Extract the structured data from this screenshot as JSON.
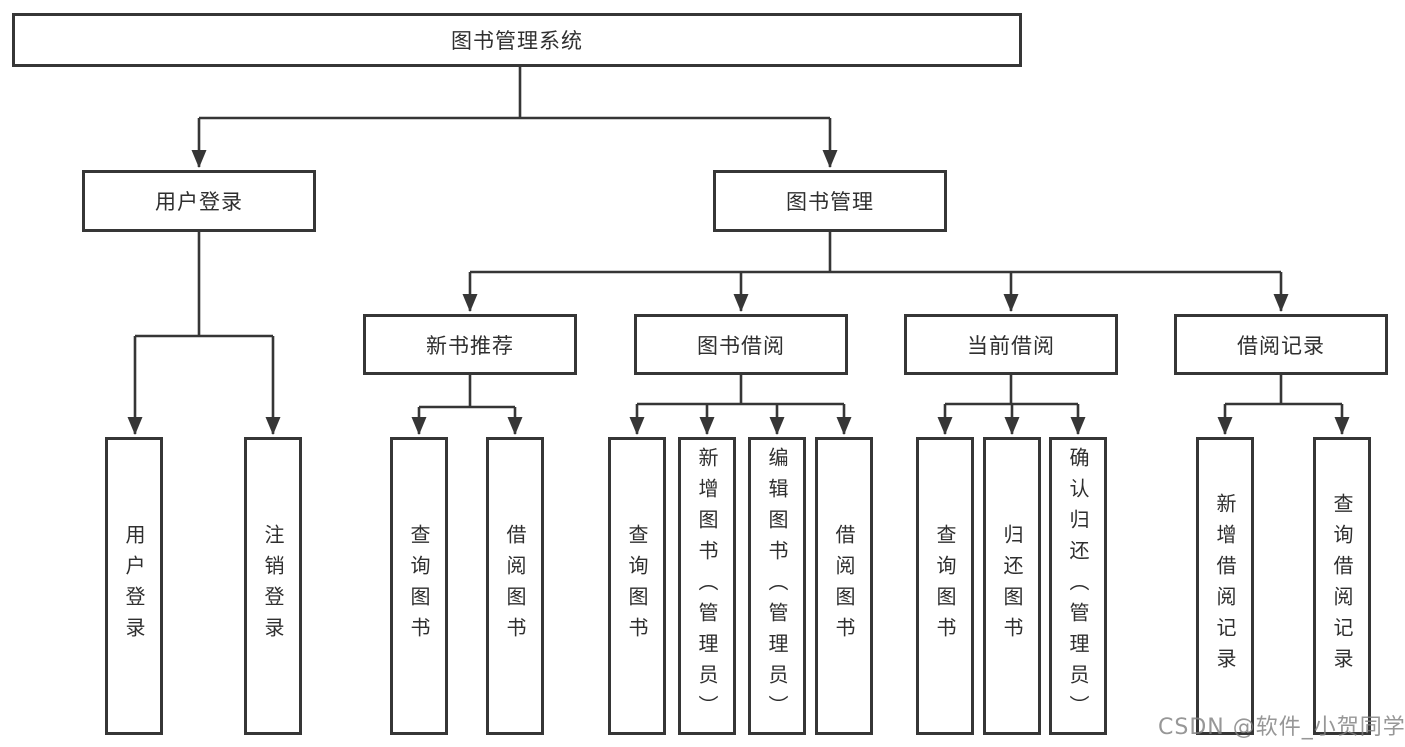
{
  "diagram": {
    "title": "图书管理系统",
    "level2": {
      "user_login": "用户登录",
      "book_management": "图书管理"
    },
    "level3": {
      "new_book_recommendation": "新书推荐",
      "book_borrowing": "图书借阅",
      "current_borrowing": "当前借阅",
      "borrowing_records": "借阅记录"
    },
    "leaves": {
      "user_login": "用户登录",
      "logout": "注销登录",
      "recommend_query_books": "查询图书",
      "recommend_borrow_books": "借阅图书",
      "borrowing_query_books": "查询图书",
      "borrowing_add_books_admin": "新增图书（管理员）",
      "borrowing_edit_books_admin": "编辑图书（管理员）",
      "borrowing_borrow_books": "借阅图书",
      "current_query_books": "查询图书",
      "current_return_books": "归还图书",
      "current_confirm_return_admin": "确认归还（管理员）",
      "records_add_borrow_record": "新增借阅记录",
      "records_query_borrow_record": "查询借阅记录"
    }
  },
  "watermark": "CSDN @软件_小贺同学",
  "colors": {
    "line": "#363636",
    "border": "#363636",
    "text": "#2f2f2f",
    "watermark": "#808080",
    "background": "#ffffff"
  }
}
